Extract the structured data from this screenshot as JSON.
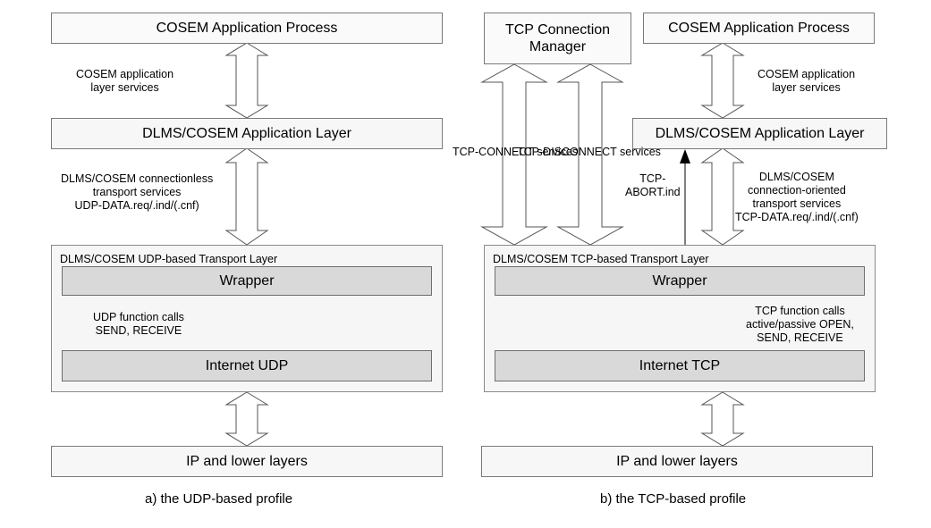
{
  "udp": {
    "app_process": "COSEM Application Process",
    "app_services": "COSEM application\nlayer services",
    "app_layer": "DLMS/COSEM Application Layer",
    "transport_services": "DLMS/COSEM connectionless\ntransport services\nUDP-DATA.req/.ind/(.cnf)",
    "transport_layer": "DLMS/COSEM UDP-based Transport Layer",
    "wrapper": "Wrapper",
    "function_calls": "UDP function calls\nSEND, RECEIVE",
    "internet": "Internet UDP",
    "lower": "IP and lower layers",
    "caption": "a) the UDP-based profile"
  },
  "tcp": {
    "conn_manager": "TCP Connection\nManager",
    "app_process": "COSEM Application Process",
    "app_services": "COSEM application\nlayer services",
    "app_layer": "DLMS/COSEM Application Layer",
    "connect_services": "TCP-CONNECT services",
    "disconnect_services": "TCP-DISCONNECT services",
    "abort": "TCP-\nABORT.ind",
    "transport_services": "DLMS/COSEM\nconnection-oriented\ntransport services\nTCP-DATA.req/.ind/(.cnf)",
    "transport_layer": "DLMS/COSEM TCP-based Transport Layer",
    "wrapper": "Wrapper",
    "function_calls": "TCP function calls\nactive/passive OPEN,\nSEND, RECEIVE",
    "internet": "Internet TCP",
    "lower": "IP and lower layers",
    "caption": "b) the TCP-based profile"
  }
}
